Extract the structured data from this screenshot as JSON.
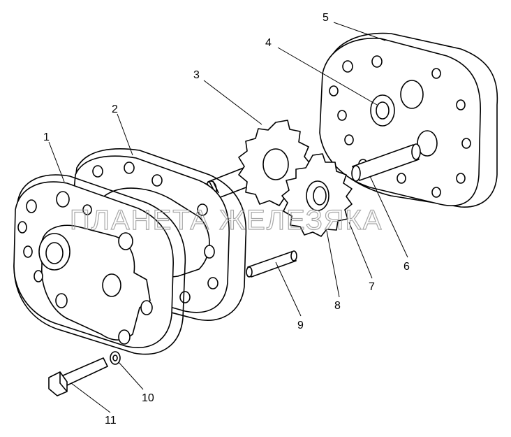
{
  "watermark": "ПЛАНЕТА ЖЕЛЕЗЯКА",
  "callouts": [
    "1",
    "2",
    "3",
    "4",
    "5",
    "6",
    "7",
    "8",
    "9",
    "10",
    "11"
  ]
}
